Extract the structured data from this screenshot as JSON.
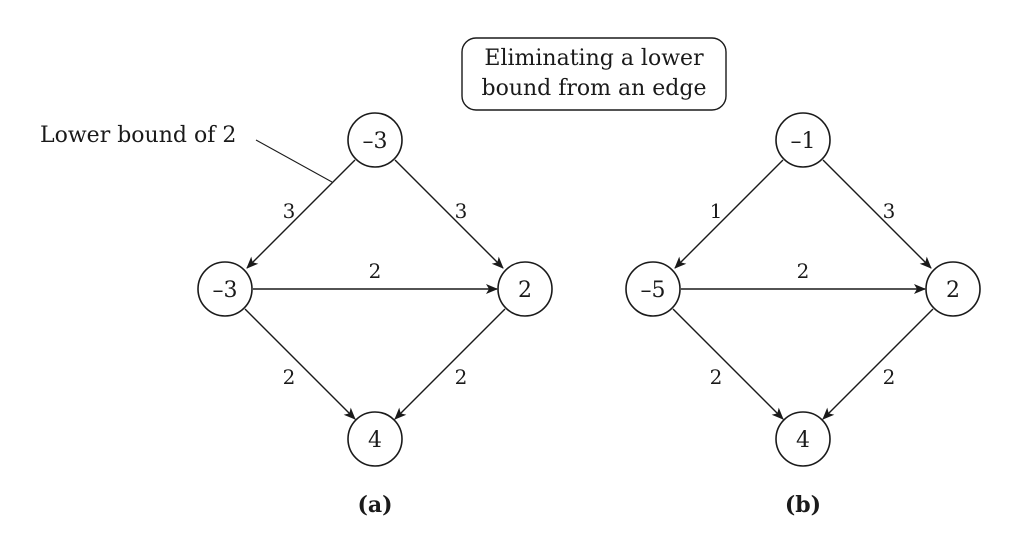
{
  "box": {
    "line1": "Eliminating a lower",
    "line2": "bound from an edge"
  },
  "callout": {
    "text": "Lower bound of 2"
  },
  "graph_a": {
    "caption": "(a)",
    "nodes": {
      "top": "–3",
      "left": "–3",
      "right": "2",
      "bottom": "4"
    },
    "edges": {
      "top_left": "3",
      "top_right": "3",
      "left_right": "2",
      "left_bottom": "2",
      "right_bottom": "2"
    }
  },
  "graph_b": {
    "caption": "(b)",
    "nodes": {
      "top": "–1",
      "left": "–5",
      "right": "2",
      "bottom": "4"
    },
    "edges": {
      "top_left": "1",
      "top_right": "3",
      "left_right": "2",
      "left_bottom": "2",
      "right_bottom": "2"
    }
  }
}
